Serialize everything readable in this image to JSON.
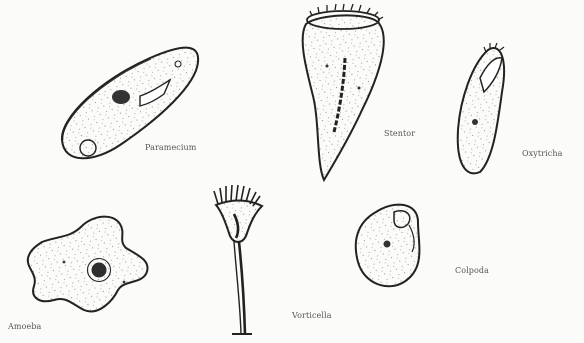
{
  "figure": {
    "organisms": [
      {
        "id": "paramecium",
        "label": "Paramecium"
      },
      {
        "id": "stentor",
        "label": "Stentor"
      },
      {
        "id": "oxytricha",
        "label": "Oxytricha"
      },
      {
        "id": "amoeba",
        "label": "Amoeba"
      },
      {
        "id": "vorticella",
        "label": "Vorticella"
      },
      {
        "id": "colpoda",
        "label": "Colpoda"
      }
    ]
  }
}
